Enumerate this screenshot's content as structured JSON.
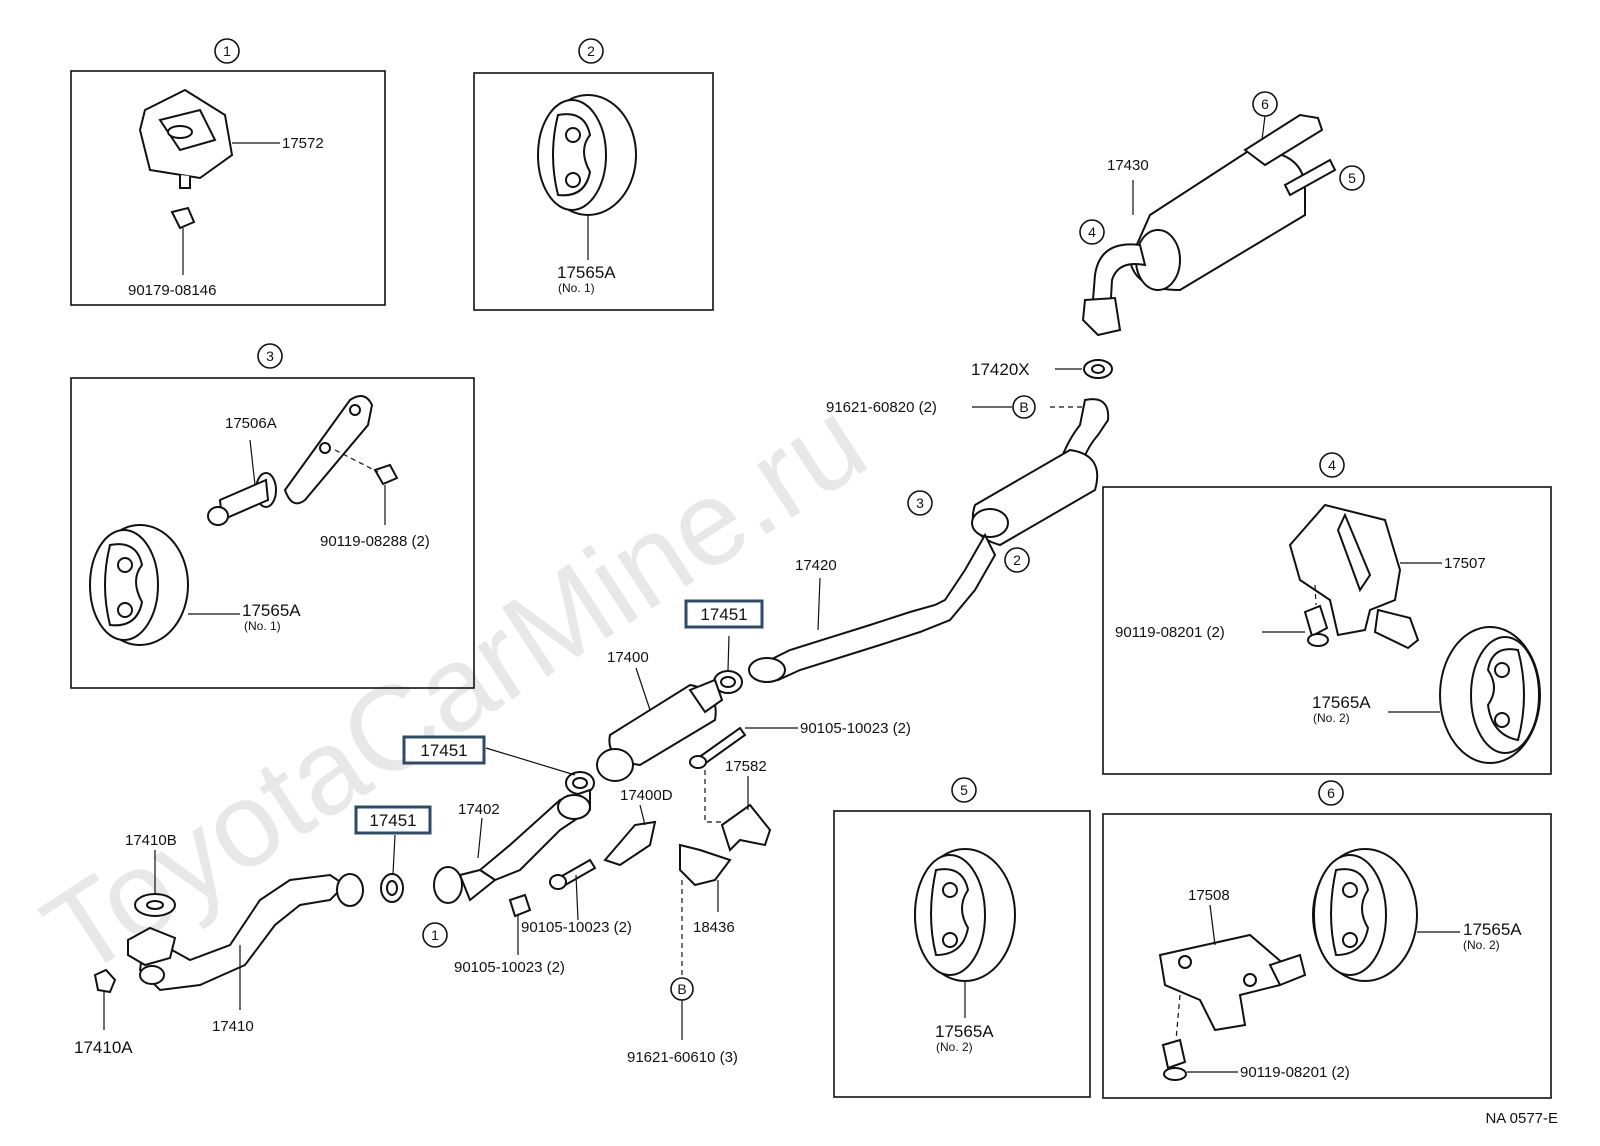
{
  "watermark": "ToyotaCarMine.ru",
  "diagram_code": "NA 0577-E",
  "callouts": {
    "c1": "1",
    "c2": "2",
    "c3": "3",
    "c4": "4",
    "c5": "5",
    "c6": "6",
    "b": "B"
  },
  "highlighted_parts": [
    "17451",
    "17451",
    "17451"
  ],
  "boxes": {
    "box1": {
      "label": "1",
      "parts": [
        "17572",
        "90179-08146"
      ]
    },
    "box2": {
      "label": "2",
      "parts": [
        "17565A",
        "(No. 1)"
      ]
    },
    "box3": {
      "label": "3",
      "parts": [
        "17506A",
        "90119-08288 (2)",
        "17565A",
        "(No. 1)"
      ]
    },
    "box4": {
      "label": "4",
      "parts": [
        "17507",
        "90119-08201 (2)",
        "17565A",
        "(No. 2)"
      ]
    },
    "box5": {
      "label": "5",
      "parts": [
        "17565A",
        "(No. 2)"
      ]
    },
    "box6": {
      "label": "6",
      "parts": [
        "17508",
        "17565A",
        "(No. 2)",
        "90119-08201 (2)"
      ]
    }
  },
  "main_parts": {
    "p17430": "17430",
    "p17420x": "17420X",
    "p91621_60820": "91621-60820 (2)",
    "p17420": "17420",
    "p17400": "17400",
    "p90105_a": "90105-10023 (2)",
    "p17582": "17582",
    "p17400d": "17400D",
    "p17402": "17402",
    "p17410b": "17410B",
    "p90105_b": "90105-10023 (2)",
    "p90105_c": "90105-10023 (2)",
    "p18436": "18436",
    "p17410": "17410",
    "p17410a": "17410A",
    "p91621_60610": "91621-60610 (3)"
  }
}
